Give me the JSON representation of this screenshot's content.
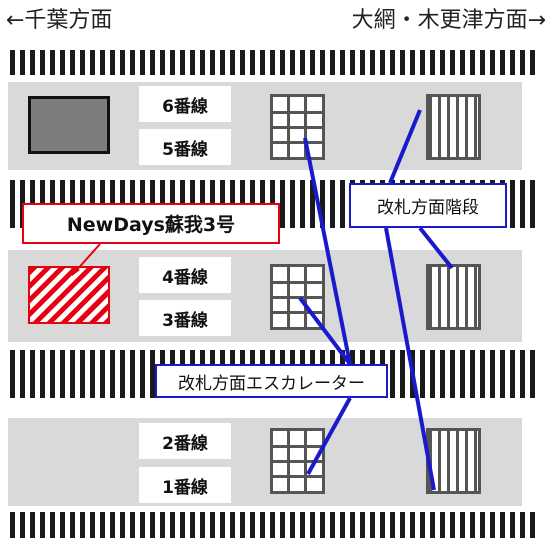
{
  "directions": {
    "left": "←千葉方面",
    "right": "大網・木更津方面→"
  },
  "platforms": [
    {
      "upper_track": "6番線",
      "lower_track": "5番線"
    },
    {
      "upper_track": "4番線",
      "lower_track": "3番線"
    },
    {
      "upper_track": "2番線",
      "lower_track": "1番線"
    }
  ],
  "callouts": {
    "newdays": "NewDays蘇我3号",
    "stairs": "改札方面階段",
    "escalator": "改札方面エスカレーター"
  },
  "colors": {
    "shop_highlight": "#e60012",
    "leader_line": "#1a1acc",
    "platform": "#d9d9d9",
    "track": "#1a1a1a"
  },
  "icons": {
    "escalator": "escalator-icon",
    "stairs": "stairs-icon",
    "shop": "shop-icon"
  }
}
